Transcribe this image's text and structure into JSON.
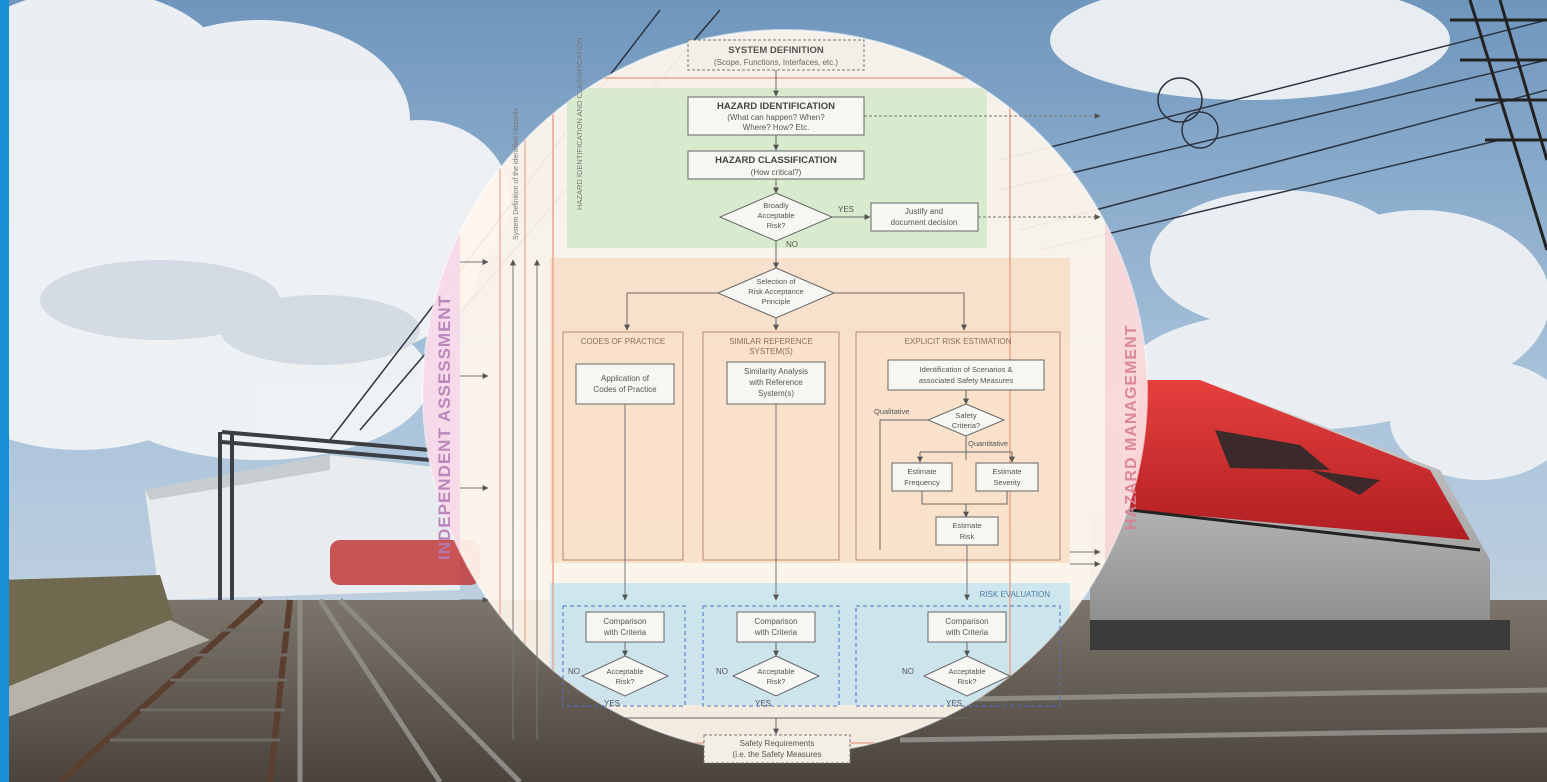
{
  "accent_color": "#1a8fd4",
  "side_labels": {
    "left": "INDEPENDENT ASSESSMENT",
    "right": "HAZARD MANAGEMENT",
    "left_inner": "System Definition of the identified Hazards"
  },
  "flowchart": {
    "system_definition": {
      "title": "SYSTEM DEFINITION",
      "subtitle": "(Scope, Functions, Interfaces, etc.)"
    },
    "hazard_group_label": "HAZARD IDENTIFICATION AND CLASSIFICATION",
    "hazard_identification": {
      "title": "HAZARD IDENTIFICATION",
      "line1": "(What can happen? When?",
      "line2": "Where? How? Etc."
    },
    "hazard_classification": {
      "title": "HAZARD CLASSIFICATION",
      "subtitle": "(How critical?)"
    },
    "broadly_acceptable": {
      "line1": "Broadly",
      "line2": "Acceptable",
      "line3": "Risk?"
    },
    "yes_label": "YES",
    "no_label": "NO",
    "justify": {
      "line1": "Justify and",
      "line2": "document decision"
    },
    "selection": {
      "line1": "Selection of",
      "line2": "Risk Acceptance",
      "line3": "Principle"
    },
    "codes_of_practice": {
      "header": "CODES OF PRACTICE",
      "box_line1": "Application of",
      "box_line2": "Codes of Practice"
    },
    "similar_reference": {
      "header_line1": "SIMILAR REFERENCE",
      "header_line2": "SYSTEM(S)",
      "box_line1": "Similarity Analysis",
      "box_line2": "with Reference",
      "box_line3": "System(s)"
    },
    "explicit_risk": {
      "header": "EXPLICIT RISK ESTIMATION",
      "box_line1": "Identification of Scenarios &",
      "box_line2": "associated Safety Measures",
      "criteria_line1": "Safety",
      "criteria_line2": "Criteria?",
      "qualitative": "Qualitative",
      "quantitative": "Quantitative",
      "frequency_line1": "Estimate",
      "frequency_line2": "Frequency",
      "severity_line1": "Estimate",
      "severity_line2": "Severity",
      "risk_line1": "Estimate",
      "risk_line2": "Risk"
    },
    "risk_evaluation": {
      "header": "RISK EVALUATION",
      "comparison_line1": "Comparison",
      "comparison_line2": "with Criteria",
      "acceptable_line1": "Acceptable",
      "acceptable_line2": "Risk?"
    },
    "safety_requirements": {
      "line1": "Safety Requirements",
      "line2": "(i.e. the Safety Measures"
    }
  }
}
